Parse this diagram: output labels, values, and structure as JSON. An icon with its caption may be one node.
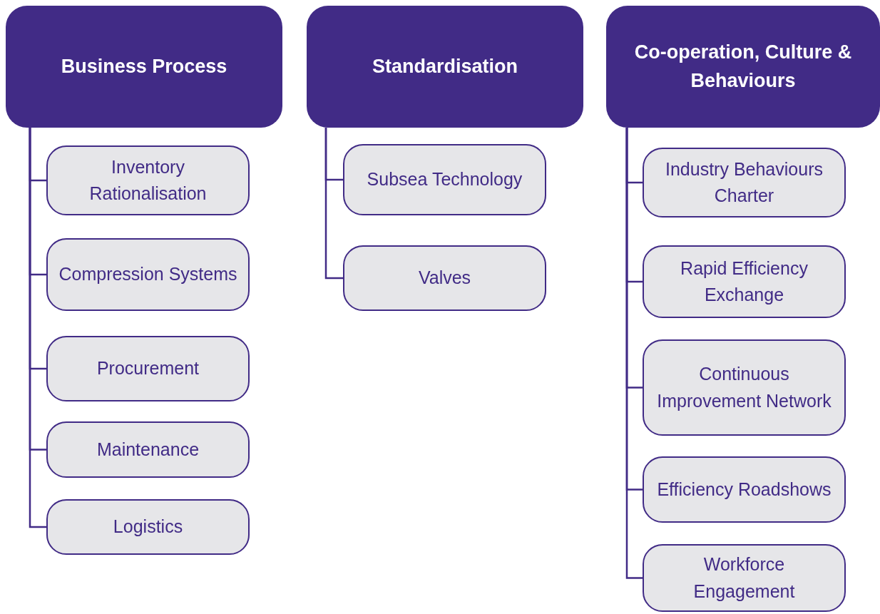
{
  "diagram": {
    "nodes": [
      {
        "text": [
          "Business Process"
        ]
      },
      {
        "text": [
          "Inventory Rationalisation"
        ]
      },
      {
        "text": [
          "Compression Systems"
        ]
      },
      {
        "text": [
          "Procurement"
        ]
      },
      {
        "text": [
          "Maintenance"
        ]
      },
      {
        "text": [
          "Logistics"
        ]
      },
      {
        "text": [
          "Standardisation"
        ]
      },
      {
        "text": [
          "Subsea Technology"
        ]
      },
      {
        "text": [
          "Valves"
        ]
      },
      {
        "text": [
          "Co-operation, Culture & Behaviours"
        ]
      },
      {
        "text": [
          "Industry Behaviours Charter"
        ]
      },
      {
        "text": [
          "Rapid Efficiency Exchange"
        ]
      },
      {
        "text": [
          "Continuous Improvement Network"
        ]
      },
      {
        "text": [
          "Efficiency Roadshows"
        ]
      },
      {
        "text": [
          "Workforce Engagement"
        ]
      }
    ],
    "edges": [
      {
        "from": 0,
        "to": 1,
        "arrow": "none"
      },
      {
        "from": 0,
        "to": 2,
        "arrow": "none"
      },
      {
        "from": 0,
        "to": 3,
        "arrow": "none"
      },
      {
        "from": 0,
        "to": 4,
        "arrow": "none"
      },
      {
        "from": 0,
        "to": 5,
        "arrow": "none"
      },
      {
        "from": 6,
        "to": 7,
        "arrow": "none"
      },
      {
        "from": 6,
        "to": 8,
        "arrow": "none"
      },
      {
        "from": 9,
        "to": 10,
        "arrow": "none"
      },
      {
        "from": 9,
        "to": 11,
        "arrow": "none"
      },
      {
        "from": 9,
        "to": 12,
        "arrow": "none"
      },
      {
        "from": 9,
        "to": 13,
        "arrow": "none"
      },
      {
        "from": 9,
        "to": 14,
        "arrow": "none"
      }
    ]
  }
}
